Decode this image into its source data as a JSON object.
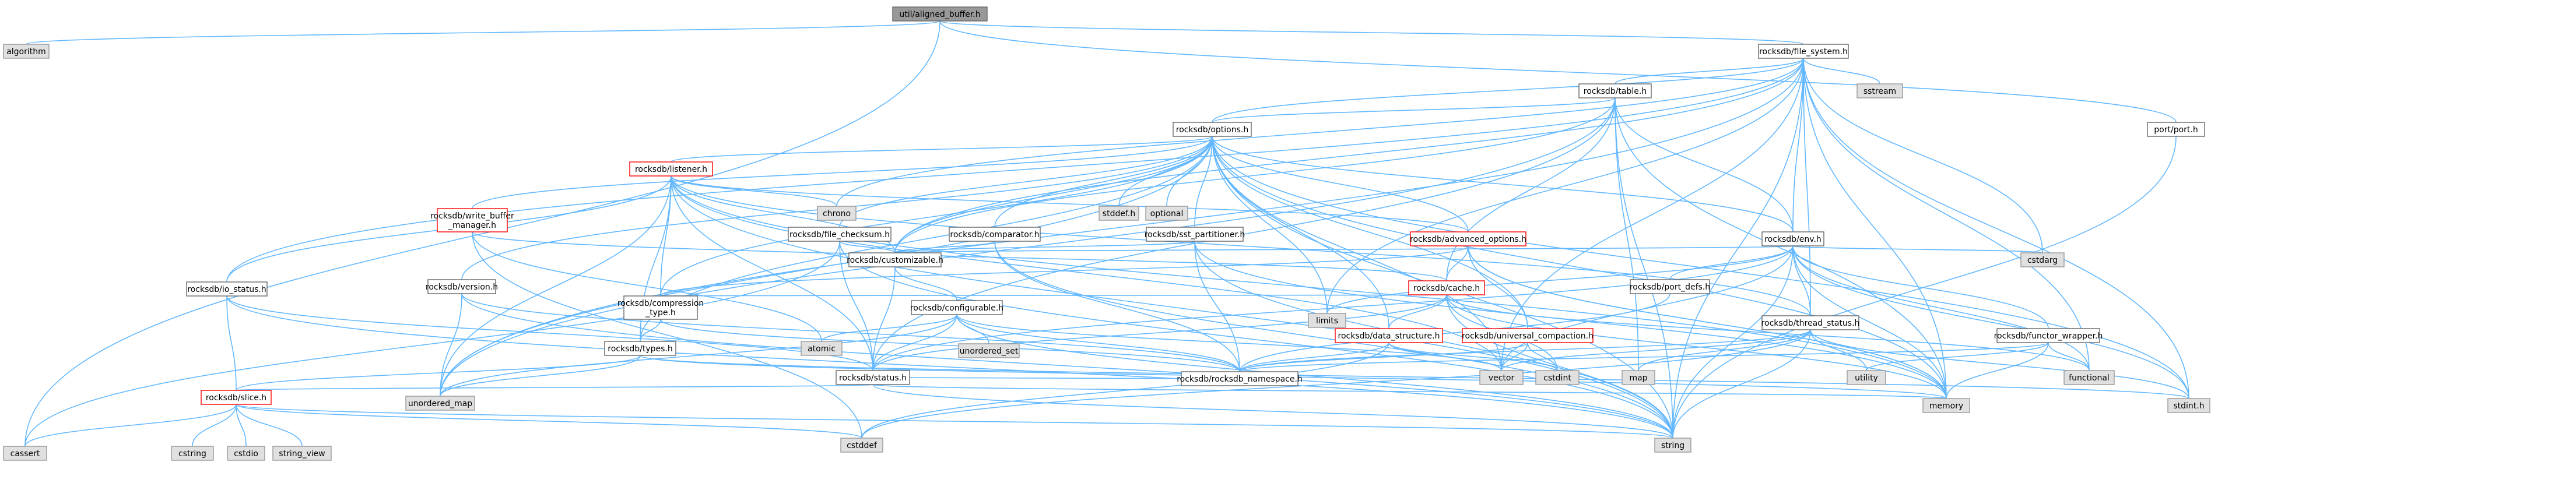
{
  "colors": {
    "edge": "#63b8ff",
    "root_fill": "#999999",
    "root_border": "#666666",
    "header_border": "#666666",
    "system_fill": "#e0e0e0",
    "system_border": "#999999",
    "highlight_border": "#ff0000",
    "text": "#000000"
  },
  "nodes": [
    {
      "id": "root",
      "label": "util/aligned_buffer.h",
      "kind": "root"
    },
    {
      "id": "algorithm",
      "label": "algorithm",
      "kind": "system"
    },
    {
      "id": "fs",
      "label": "rocksdb/file_system.h",
      "kind": "header"
    },
    {
      "id": "portport",
      "label": "port/port.h",
      "kind": "header"
    },
    {
      "id": "table",
      "label": "rocksdb/table.h",
      "kind": "header"
    },
    {
      "id": "sstream",
      "label": "sstream",
      "kind": "system"
    },
    {
      "id": "options",
      "label": "rocksdb/options.h",
      "kind": "header"
    },
    {
      "id": "listener",
      "label": [
        "rocksdb/listener.h"
      ],
      "kind": "highlight"
    },
    {
      "id": "wbm",
      "label": [
        "rocksdb/write_buffer",
        "_manager.h"
      ],
      "kind": "highlight"
    },
    {
      "id": "chrono",
      "label": "chrono",
      "kind": "system"
    },
    {
      "id": "filechecksum",
      "label": "rocksdb/file_checksum.h",
      "kind": "header"
    },
    {
      "id": "comparator",
      "label": "rocksdb/comparator.h",
      "kind": "header"
    },
    {
      "id": "stddefh",
      "label": "stddef.h",
      "kind": "system"
    },
    {
      "id": "optional",
      "label": "optional",
      "kind": "system"
    },
    {
      "id": "sstpart",
      "label": "rocksdb/sst_partitioner.h",
      "kind": "header"
    },
    {
      "id": "advopts",
      "label": "rocksdb/advanced_options.h",
      "kind": "highlight"
    },
    {
      "id": "env",
      "label": "rocksdb/env.h",
      "kind": "header"
    },
    {
      "id": "customizable",
      "label": "rocksdb/customizable.h",
      "kind": "header"
    },
    {
      "id": "cache",
      "label": "rocksdb/cache.h",
      "kind": "highlight"
    },
    {
      "id": "portdefs",
      "label": "rocksdb/port_defs.h",
      "kind": "header"
    },
    {
      "id": "cstdarg",
      "label": "cstdarg",
      "kind": "system"
    },
    {
      "id": "iostatus",
      "label": "rocksdb/io_status.h",
      "kind": "header"
    },
    {
      "id": "version",
      "label": "rocksdb/version.h",
      "kind": "header"
    },
    {
      "id": "compression",
      "label": [
        "rocksdb/compression",
        "_type.h"
      ],
      "kind": "header"
    },
    {
      "id": "configurable",
      "label": "rocksdb/configurable.h",
      "kind": "header"
    },
    {
      "id": "limits",
      "label": "limits",
      "kind": "system"
    },
    {
      "id": "datastructure",
      "label": "rocksdb/data_structure.h",
      "kind": "highlight"
    },
    {
      "id": "universal",
      "label": "rocksdb/universal_compaction.h",
      "kind": "highlight"
    },
    {
      "id": "threadstatus",
      "label": "rocksdb/thread_status.h",
      "kind": "header"
    },
    {
      "id": "functor",
      "label": "rocksdb/functor_wrapper.h",
      "kind": "header"
    },
    {
      "id": "types",
      "label": "rocksdb/types.h",
      "kind": "header"
    },
    {
      "id": "atomic",
      "label": "atomic",
      "kind": "system"
    },
    {
      "id": "unordered_set",
      "label": "unordered_set",
      "kind": "system"
    },
    {
      "id": "status",
      "label": "rocksdb/status.h",
      "kind": "header"
    },
    {
      "id": "namespace",
      "label": "rocksdb/rocksdb_namespace.h",
      "kind": "header"
    },
    {
      "id": "vector",
      "label": "vector",
      "kind": "system"
    },
    {
      "id": "cstdint",
      "label": "cstdint",
      "kind": "system"
    },
    {
      "id": "map",
      "label": "map",
      "kind": "system"
    },
    {
      "id": "utility",
      "label": "utility",
      "kind": "system"
    },
    {
      "id": "functional",
      "label": "functional",
      "kind": "system"
    },
    {
      "id": "slice",
      "label": "rocksdb/slice.h",
      "kind": "highlight"
    },
    {
      "id": "unordered_map",
      "label": "unordered_map",
      "kind": "system"
    },
    {
      "id": "memory",
      "label": "memory",
      "kind": "system"
    },
    {
      "id": "stdinth",
      "label": "stdint.h",
      "kind": "system"
    },
    {
      "id": "cassert",
      "label": "cassert",
      "kind": "system"
    },
    {
      "id": "cstring",
      "label": "cstring",
      "kind": "system"
    },
    {
      "id": "cstdio",
      "label": "cstdio",
      "kind": "system"
    },
    {
      "id": "string_view",
      "label": "string_view",
      "kind": "system"
    },
    {
      "id": "cstddef",
      "label": "cstddef",
      "kind": "system"
    },
    {
      "id": "string",
      "label": "string",
      "kind": "system"
    }
  ],
  "edges": [
    [
      "root",
      "algorithm"
    ],
    [
      "root",
      "cassert"
    ],
    [
      "root",
      "fs"
    ],
    [
      "root",
      "portport"
    ],
    [
      "fs",
      "chrono"
    ],
    [
      "fs",
      "cstdarg"
    ],
    [
      "fs",
      "functional"
    ],
    [
      "fs",
      "limits"
    ],
    [
      "fs",
      "memory"
    ],
    [
      "fs",
      "sstream"
    ],
    [
      "fs",
      "string"
    ],
    [
      "fs",
      "unordered_map"
    ],
    [
      "fs",
      "vector"
    ],
    [
      "fs",
      "stdinth"
    ],
    [
      "fs",
      "customizable"
    ],
    [
      "fs",
      "env"
    ],
    [
      "fs",
      "iostatus"
    ],
    [
      "fs",
      "options"
    ],
    [
      "fs",
      "table"
    ],
    [
      "fs",
      "threadstatus"
    ],
    [
      "portport",
      "string"
    ],
    [
      "table",
      "unordered_map"
    ],
    [
      "table",
      "string"
    ],
    [
      "table",
      "memory"
    ],
    [
      "table",
      "map"
    ],
    [
      "table",
      "cache"
    ],
    [
      "table",
      "customizable"
    ],
    [
      "table",
      "env"
    ],
    [
      "table",
      "options"
    ],
    [
      "table",
      "status"
    ],
    [
      "options",
      "stddefh"
    ],
    [
      "options",
      "stdinth"
    ],
    [
      "options",
      "limits"
    ],
    [
      "options",
      "memory"
    ],
    [
      "options",
      "optional"
    ],
    [
      "options",
      "string"
    ],
    [
      "options",
      "unordered_map"
    ],
    [
      "options",
      "vector"
    ],
    [
      "options",
      "advopts"
    ],
    [
      "options",
      "comparator"
    ],
    [
      "options",
      "compression"
    ],
    [
      "options",
      "customizable"
    ],
    [
      "options",
      "datastructure"
    ],
    [
      "options",
      "env"
    ],
    [
      "options",
      "filechecksum"
    ],
    [
      "options",
      "listener"
    ],
    [
      "options",
      "sstpart"
    ],
    [
      "options",
      "types"
    ],
    [
      "options",
      "universal"
    ],
    [
      "options",
      "version"
    ],
    [
      "options",
      "wbm"
    ],
    [
      "listener",
      "chrono"
    ],
    [
      "listener",
      "memory"
    ],
    [
      "listener",
      "string"
    ],
    [
      "listener",
      "unordered_map"
    ],
    [
      "listener",
      "vector"
    ],
    [
      "listener",
      "advopts"
    ],
    [
      "listener",
      "compression"
    ],
    [
      "listener",
      "customizable"
    ],
    [
      "listener",
      "iostatus"
    ],
    [
      "listener",
      "status"
    ],
    [
      "listener",
      "threadstatus"
    ],
    [
      "listener",
      "types"
    ],
    [
      "wbm",
      "atomic"
    ],
    [
      "wbm",
      "cstddef"
    ],
    [
      "wbm",
      "cache"
    ],
    [
      "filechecksum",
      "cassert"
    ],
    [
      "filechecksum",
      "string"
    ],
    [
      "filechecksum",
      "customizable"
    ],
    [
      "filechecksum",
      "status"
    ],
    [
      "comparator",
      "string"
    ],
    [
      "comparator",
      "customizable"
    ],
    [
      "comparator",
      "namespace"
    ],
    [
      "sstpart",
      "memory"
    ],
    [
      "sstpart",
      "string"
    ],
    [
      "sstpart",
      "customizable"
    ],
    [
      "sstpart",
      "namespace"
    ],
    [
      "advopts",
      "memory"
    ],
    [
      "advopts",
      "cache"
    ],
    [
      "advopts",
      "compression"
    ],
    [
      "advopts",
      "memory"
    ],
    [
      "advopts",
      "universal"
    ],
    [
      "env",
      "stdinth"
    ],
    [
      "env",
      "cstdarg"
    ],
    [
      "env",
      "functional"
    ],
    [
      "env",
      "limits"
    ],
    [
      "env",
      "memory"
    ],
    [
      "env",
      "string"
    ],
    [
      "env",
      "vector"
    ],
    [
      "env",
      "customizable"
    ],
    [
      "env",
      "functor"
    ],
    [
      "env",
      "portdefs"
    ],
    [
      "env",
      "status"
    ],
    [
      "env",
      "threadstatus"
    ],
    [
      "customizable",
      "configurable"
    ],
    [
      "customizable",
      "status"
    ],
    [
      "cache",
      "cstdint"
    ],
    [
      "cache",
      "functional"
    ],
    [
      "cache",
      "memory"
    ],
    [
      "cache",
      "string"
    ],
    [
      "cache",
      "compression"
    ],
    [
      "cache",
      "datastructure"
    ],
    [
      "cache",
      "status"
    ],
    [
      "portdefs",
      "namespace"
    ],
    [
      "iostatus",
      "string"
    ],
    [
      "iostatus",
      "slice"
    ],
    [
      "iostatus",
      "status"
    ],
    [
      "version",
      "string"
    ],
    [
      "version",
      "unordered_map"
    ],
    [
      "version",
      "namespace"
    ],
    [
      "compression",
      "types"
    ],
    [
      "compression",
      "namespace"
    ],
    [
      "configurable",
      "atomic"
    ],
    [
      "configurable",
      "string"
    ],
    [
      "configurable",
      "unordered_map"
    ],
    [
      "configurable",
      "unordered_set"
    ],
    [
      "configurable",
      "vector"
    ],
    [
      "configurable",
      "namespace"
    ],
    [
      "configurable",
      "status"
    ],
    [
      "datastructure",
      "assert"
    ],
    [
      "datastructure",
      "cstddef"
    ],
    [
      "datastructure",
      "cstdint"
    ],
    [
      "datastructure",
      "vector"
    ],
    [
      "datastructure",
      "namespace"
    ],
    [
      "universal",
      "cstdint"
    ],
    [
      "universal",
      "vector"
    ],
    [
      "universal",
      "namespace"
    ],
    [
      "threadstatus",
      "cstddef"
    ],
    [
      "threadstatus",
      "stdinth"
    ],
    [
      "threadstatus",
      "map"
    ],
    [
      "threadstatus",
      "string"
    ],
    [
      "threadstatus",
      "utility"
    ],
    [
      "threadstatus",
      "vector"
    ],
    [
      "threadstatus",
      "namespace"
    ],
    [
      "functor",
      "functional"
    ],
    [
      "functor",
      "memory"
    ],
    [
      "functor",
      "utility"
    ],
    [
      "functor",
      "namespace"
    ],
    [
      "types",
      "stdinth"
    ],
    [
      "types",
      "memory"
    ],
    [
      "types",
      "unordered_map"
    ],
    [
      "types",
      "slice"
    ],
    [
      "status",
      "memory"
    ],
    [
      "status",
      "string"
    ],
    [
      "status",
      "namespace"
    ],
    [
      "status",
      "slice"
    ],
    [
      "slice",
      "cassert"
    ],
    [
      "slice",
      "cstddef"
    ],
    [
      "slice",
      "cstdio"
    ],
    [
      "slice",
      "cstring"
    ],
    [
      "slice",
      "string"
    ],
    [
      "slice",
      "string_view"
    ]
  ]
}
